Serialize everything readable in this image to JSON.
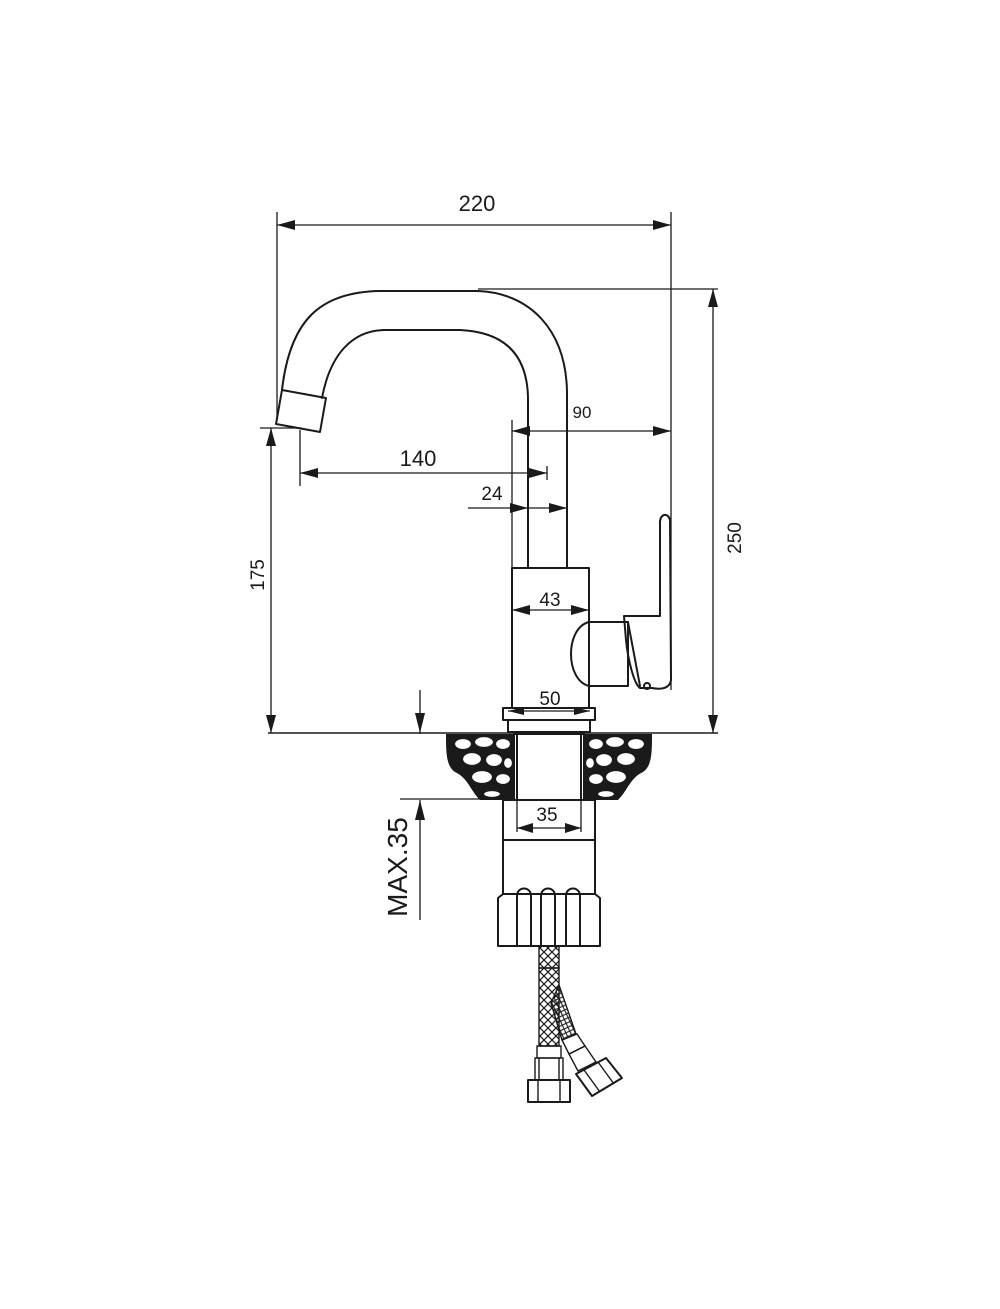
{
  "dimensions": {
    "width_total": "220",
    "height_total": "250",
    "spout_height": "175",
    "spout_reach": "140",
    "spout_to_handle": "90",
    "tube_diameter": "24",
    "body_width": "43",
    "base_width": "50",
    "shank_width": "35",
    "max_counter_thickness": "MAX.35"
  }
}
